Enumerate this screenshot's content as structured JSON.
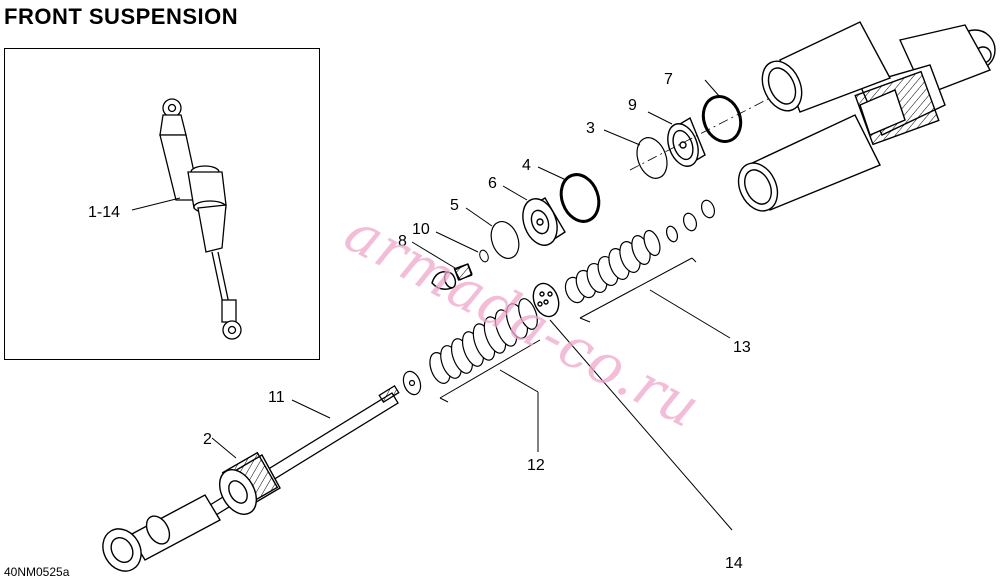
{
  "title": "FRONT SUSPENSION",
  "figure_code": "40NM0525a",
  "watermark": "armada-co.ru",
  "inset_label": "1-14",
  "callouts": {
    "c1": "1-14",
    "c2": "2",
    "c3": "3",
    "c4": "4",
    "c5": "5",
    "c6": "6",
    "c7": "7",
    "c8": "8",
    "c9": "9",
    "c10": "10",
    "c11": "11",
    "c12": "12",
    "c13": "13",
    "c14": "14"
  }
}
